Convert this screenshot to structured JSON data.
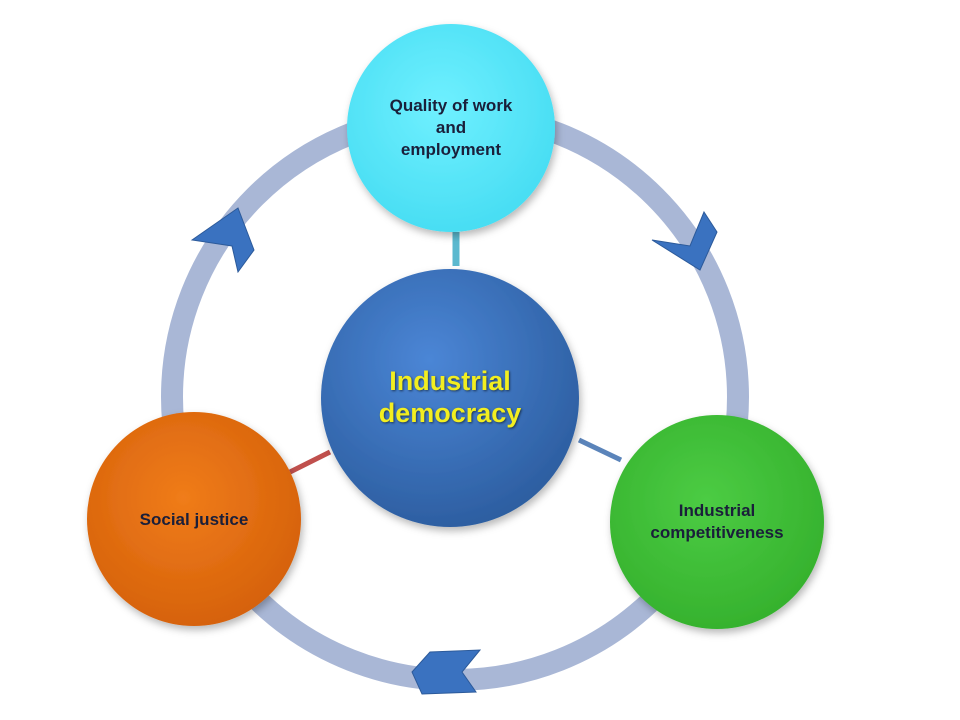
{
  "diagram": {
    "center": {
      "label_line1": "Industrial",
      "label_line2": "democracy"
    },
    "nodes": {
      "top": {
        "label_line1": "Quality of work",
        "label_line2": "and",
        "label_line3": "employment"
      },
      "right": {
        "label_line1": "Industrial",
        "label_line2": "competitiveness"
      },
      "left": {
        "label_line1": "Social justice"
      }
    }
  },
  "colors": {
    "ring": "#a9b7d6",
    "arrow": "#3a72c0",
    "center_fill": "#3f76c4",
    "center_text": "#f2ee20",
    "top_fill": "#55e8fa",
    "right_fill": "#3cbe35",
    "left_fill": "#e56c0f",
    "connector_top": "#5bb9cf",
    "connector_right": "#5b84ba",
    "connector_left": "#c0504d"
  }
}
